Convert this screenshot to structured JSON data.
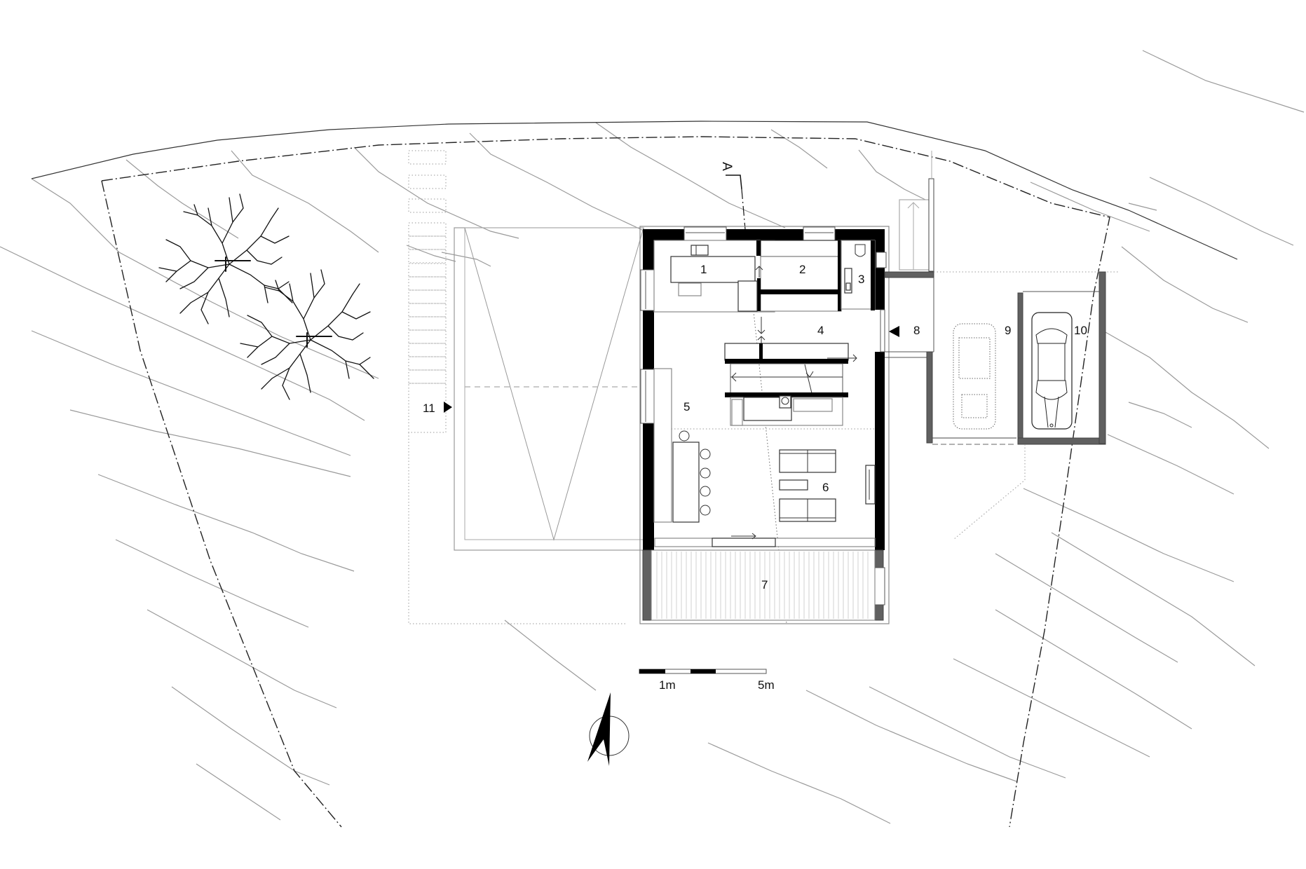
{
  "drawing": {
    "type": "site plan / ground floor plan",
    "section_marker": "A",
    "rooms": [
      {
        "id": "1",
        "label": "1"
      },
      {
        "id": "2",
        "label": "2"
      },
      {
        "id": "3",
        "label": "3"
      },
      {
        "id": "4",
        "label": "4"
      },
      {
        "id": "5",
        "label": "5"
      },
      {
        "id": "6",
        "label": "6"
      },
      {
        "id": "7",
        "label": "7"
      },
      {
        "id": "8",
        "label": "8"
      },
      {
        "id": "9",
        "label": "9"
      },
      {
        "id": "10",
        "label": "10"
      },
      {
        "id": "11",
        "label": "11"
      }
    ],
    "entry_markers": [
      {
        "room": "8",
        "direction": "left"
      },
      {
        "room": "11",
        "direction": "right"
      }
    ],
    "scale_bar": {
      "start_label": "1m",
      "end_label": "5m",
      "segments": 5
    },
    "north_arrow": {
      "icon": "north-arrow-icon"
    },
    "colors": {
      "wall": "#000000",
      "secondary_wall": "#606060",
      "contour": "#9a9a9a",
      "background": "#ffffff"
    }
  }
}
